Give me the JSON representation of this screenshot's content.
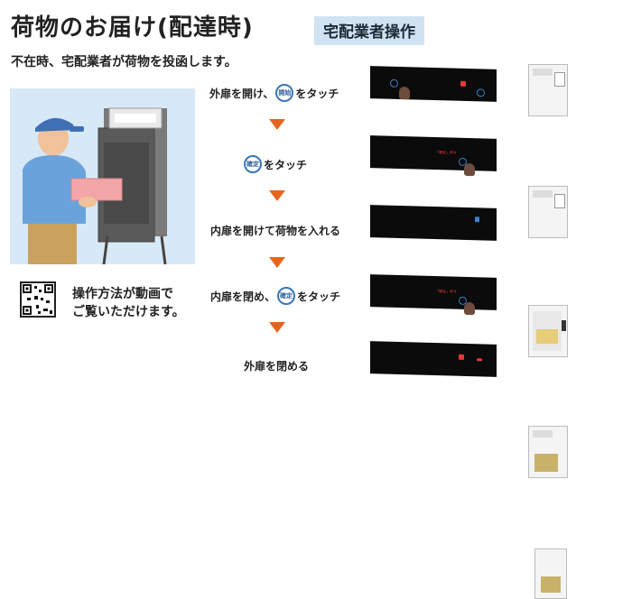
{
  "header": {
    "title": "荷物のお届け(配達時)",
    "tag": "宅配業者操作",
    "subtitle": "不在時、宅配業者が荷物を投函します。"
  },
  "steps": [
    {
      "text_before": "外扉を開け、",
      "button": "開始",
      "text_after": "をタッチ"
    },
    {
      "text_before": "",
      "button": "確定",
      "text_after": "をタッチ"
    },
    {
      "text_before": "内扉を開けて荷物を入れる",
      "button": "",
      "text_after": ""
    },
    {
      "text_before": "内扉を閉め、",
      "button": "確定",
      "text_after": "をタッチ"
    },
    {
      "text_before": "外扉を閉める",
      "button": "",
      "text_after": ""
    }
  ],
  "panel_texts": {
    "step2": "「確定」押す",
    "step4": "「確定」押す",
    "open_button": "開始",
    "confirm_button": "確定"
  },
  "qr_note": {
    "line1": "操作方法が動画で",
    "line2": "ご覧いただけます。"
  },
  "colors": {
    "accent_arrow": "#e8641c",
    "tag_bg": "#cfe3f3",
    "panel_bg": "#0b0b0b",
    "button_border": "#3a77b8"
  }
}
